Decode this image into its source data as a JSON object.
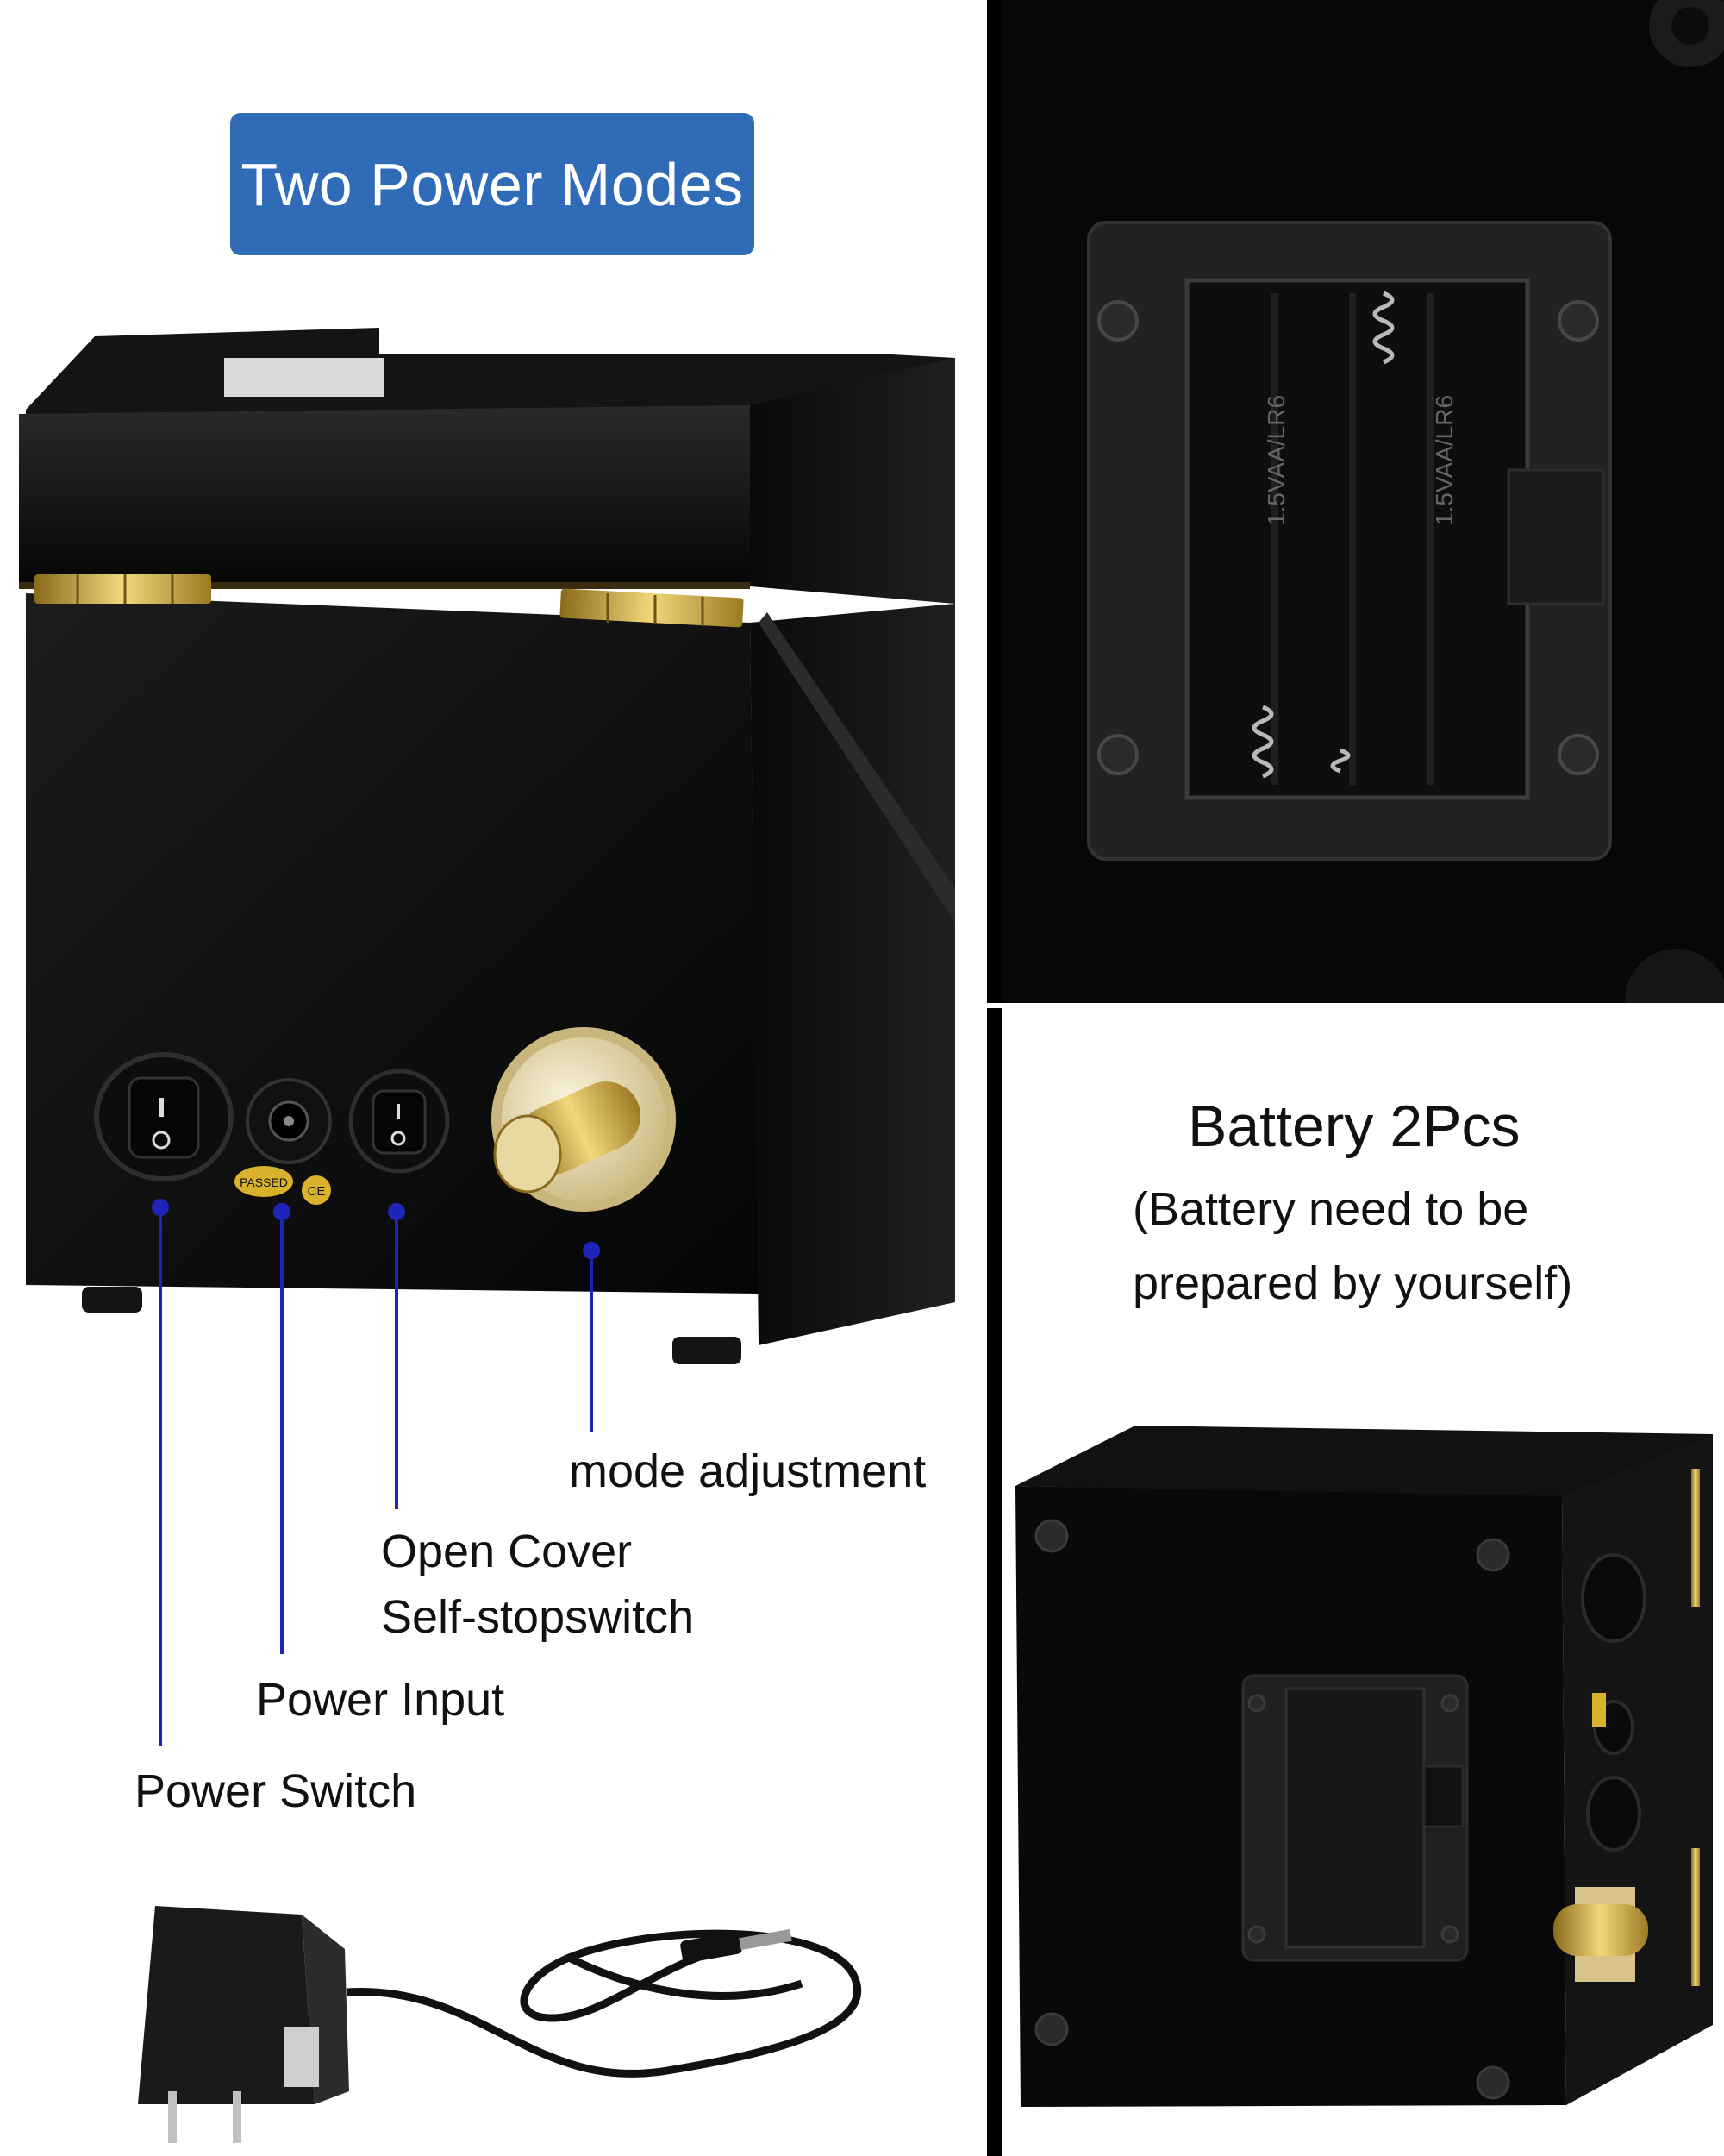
{
  "header": {
    "badge_label": "Two Power Modes"
  },
  "callouts": {
    "mode_adjustment": "mode adjustment",
    "open_cover_line1": "Open Cover",
    "open_cover_line2": "Self-stopswitch",
    "power_input": "Power Input",
    "power_switch": "Power Switch"
  },
  "battery": {
    "title": "Battery 2Pcs",
    "note_line1": "(Battery need to be",
    "note_line2": "prepared by yourself)",
    "cell_marking": "1.5VAA/LR6"
  },
  "device_markings": {
    "qc_badge": "PASSED",
    "ce_mark": "CE"
  },
  "colors": {
    "badge_blue": "#2f6bb7",
    "callout_blue": "#1f24b8",
    "gold": "#d4af37",
    "box_black": "#0b0b0b"
  }
}
